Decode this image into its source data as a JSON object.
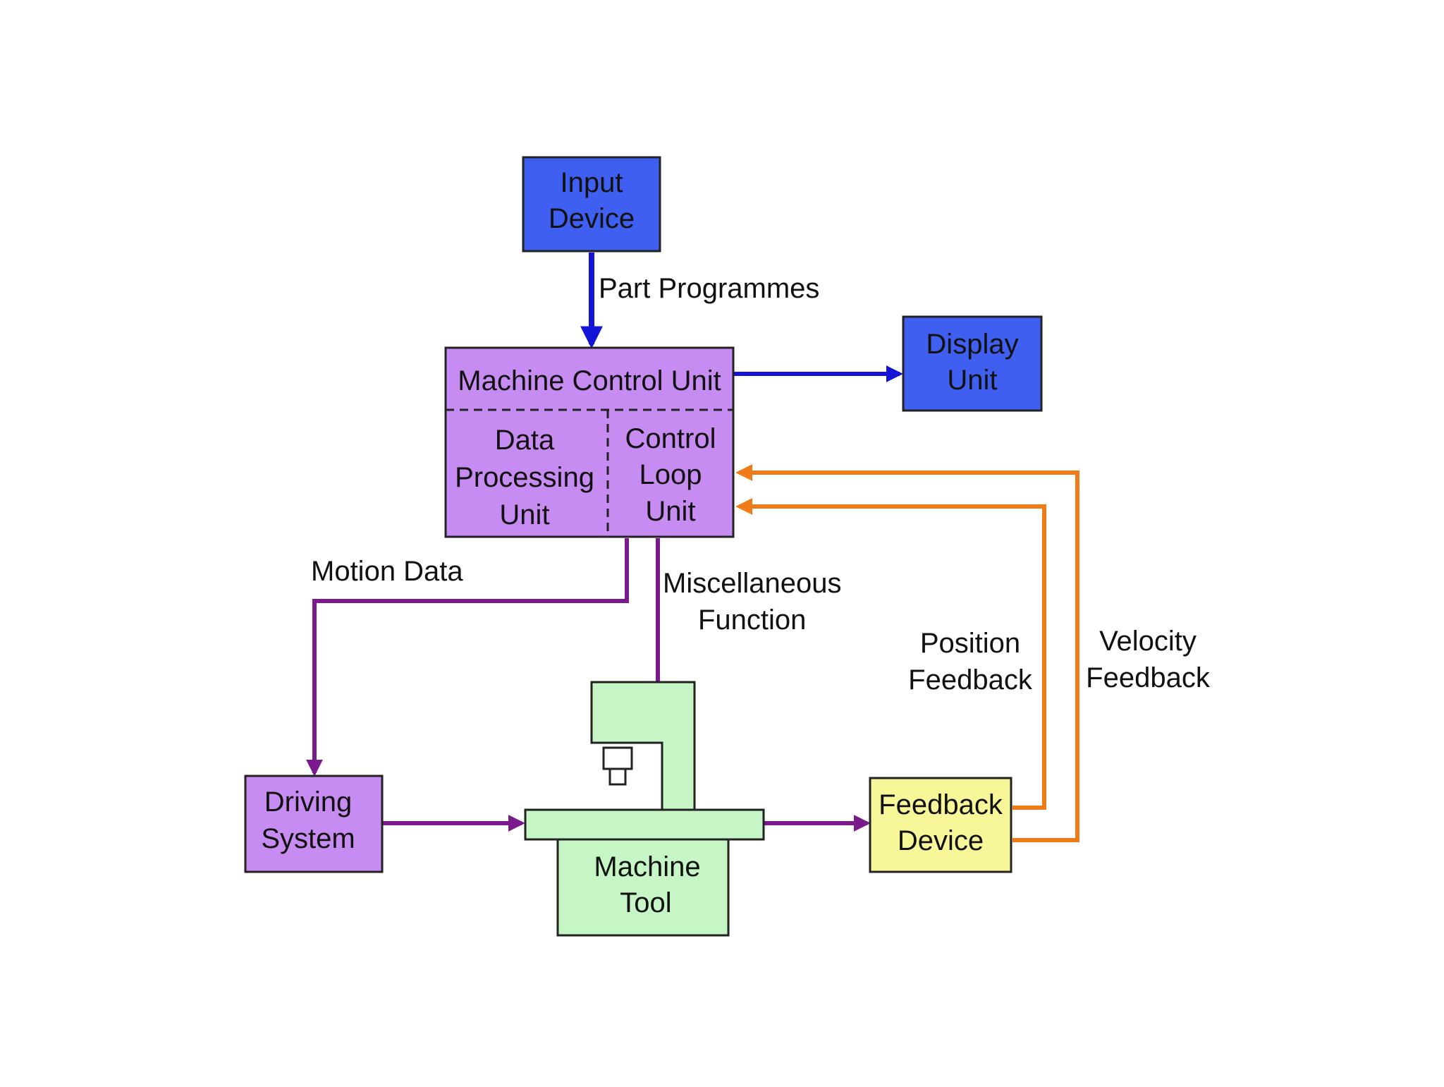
{
  "colors": {
    "blue_box": "#3f5ff0",
    "purple_box": "#c78cf2",
    "green_box": "#c6f5c6",
    "yellow_box": "#f7f79a",
    "blue_arrow": "#1414d6",
    "purple_arrow": "#7a1a8c",
    "orange_arrow": "#f07c19",
    "border": "#222222"
  },
  "nodes": {
    "input_device": [
      "Input",
      "Device"
    ],
    "display_unit": [
      "Display",
      "Unit"
    ],
    "machine_control_unit": "Machine Control Unit",
    "data_processing_unit": [
      "Data",
      "Processing",
      "Unit"
    ],
    "control_loop_unit": [
      "Control",
      "Loop",
      "Unit"
    ],
    "driving_system": [
      "Driving",
      "System"
    ],
    "machine_tool": [
      "Machine",
      "Tool"
    ],
    "feedback_device": [
      "Feedback",
      "Device"
    ]
  },
  "edges": {
    "part_programmes": "Part Programmes",
    "motion_data": "Motion Data",
    "miscellaneous_function": [
      "Miscellaneous",
      "Function"
    ],
    "position_feedback": [
      "Position",
      "Feedback"
    ],
    "velocity_feedback": [
      "Velocity",
      "Feedback"
    ]
  }
}
